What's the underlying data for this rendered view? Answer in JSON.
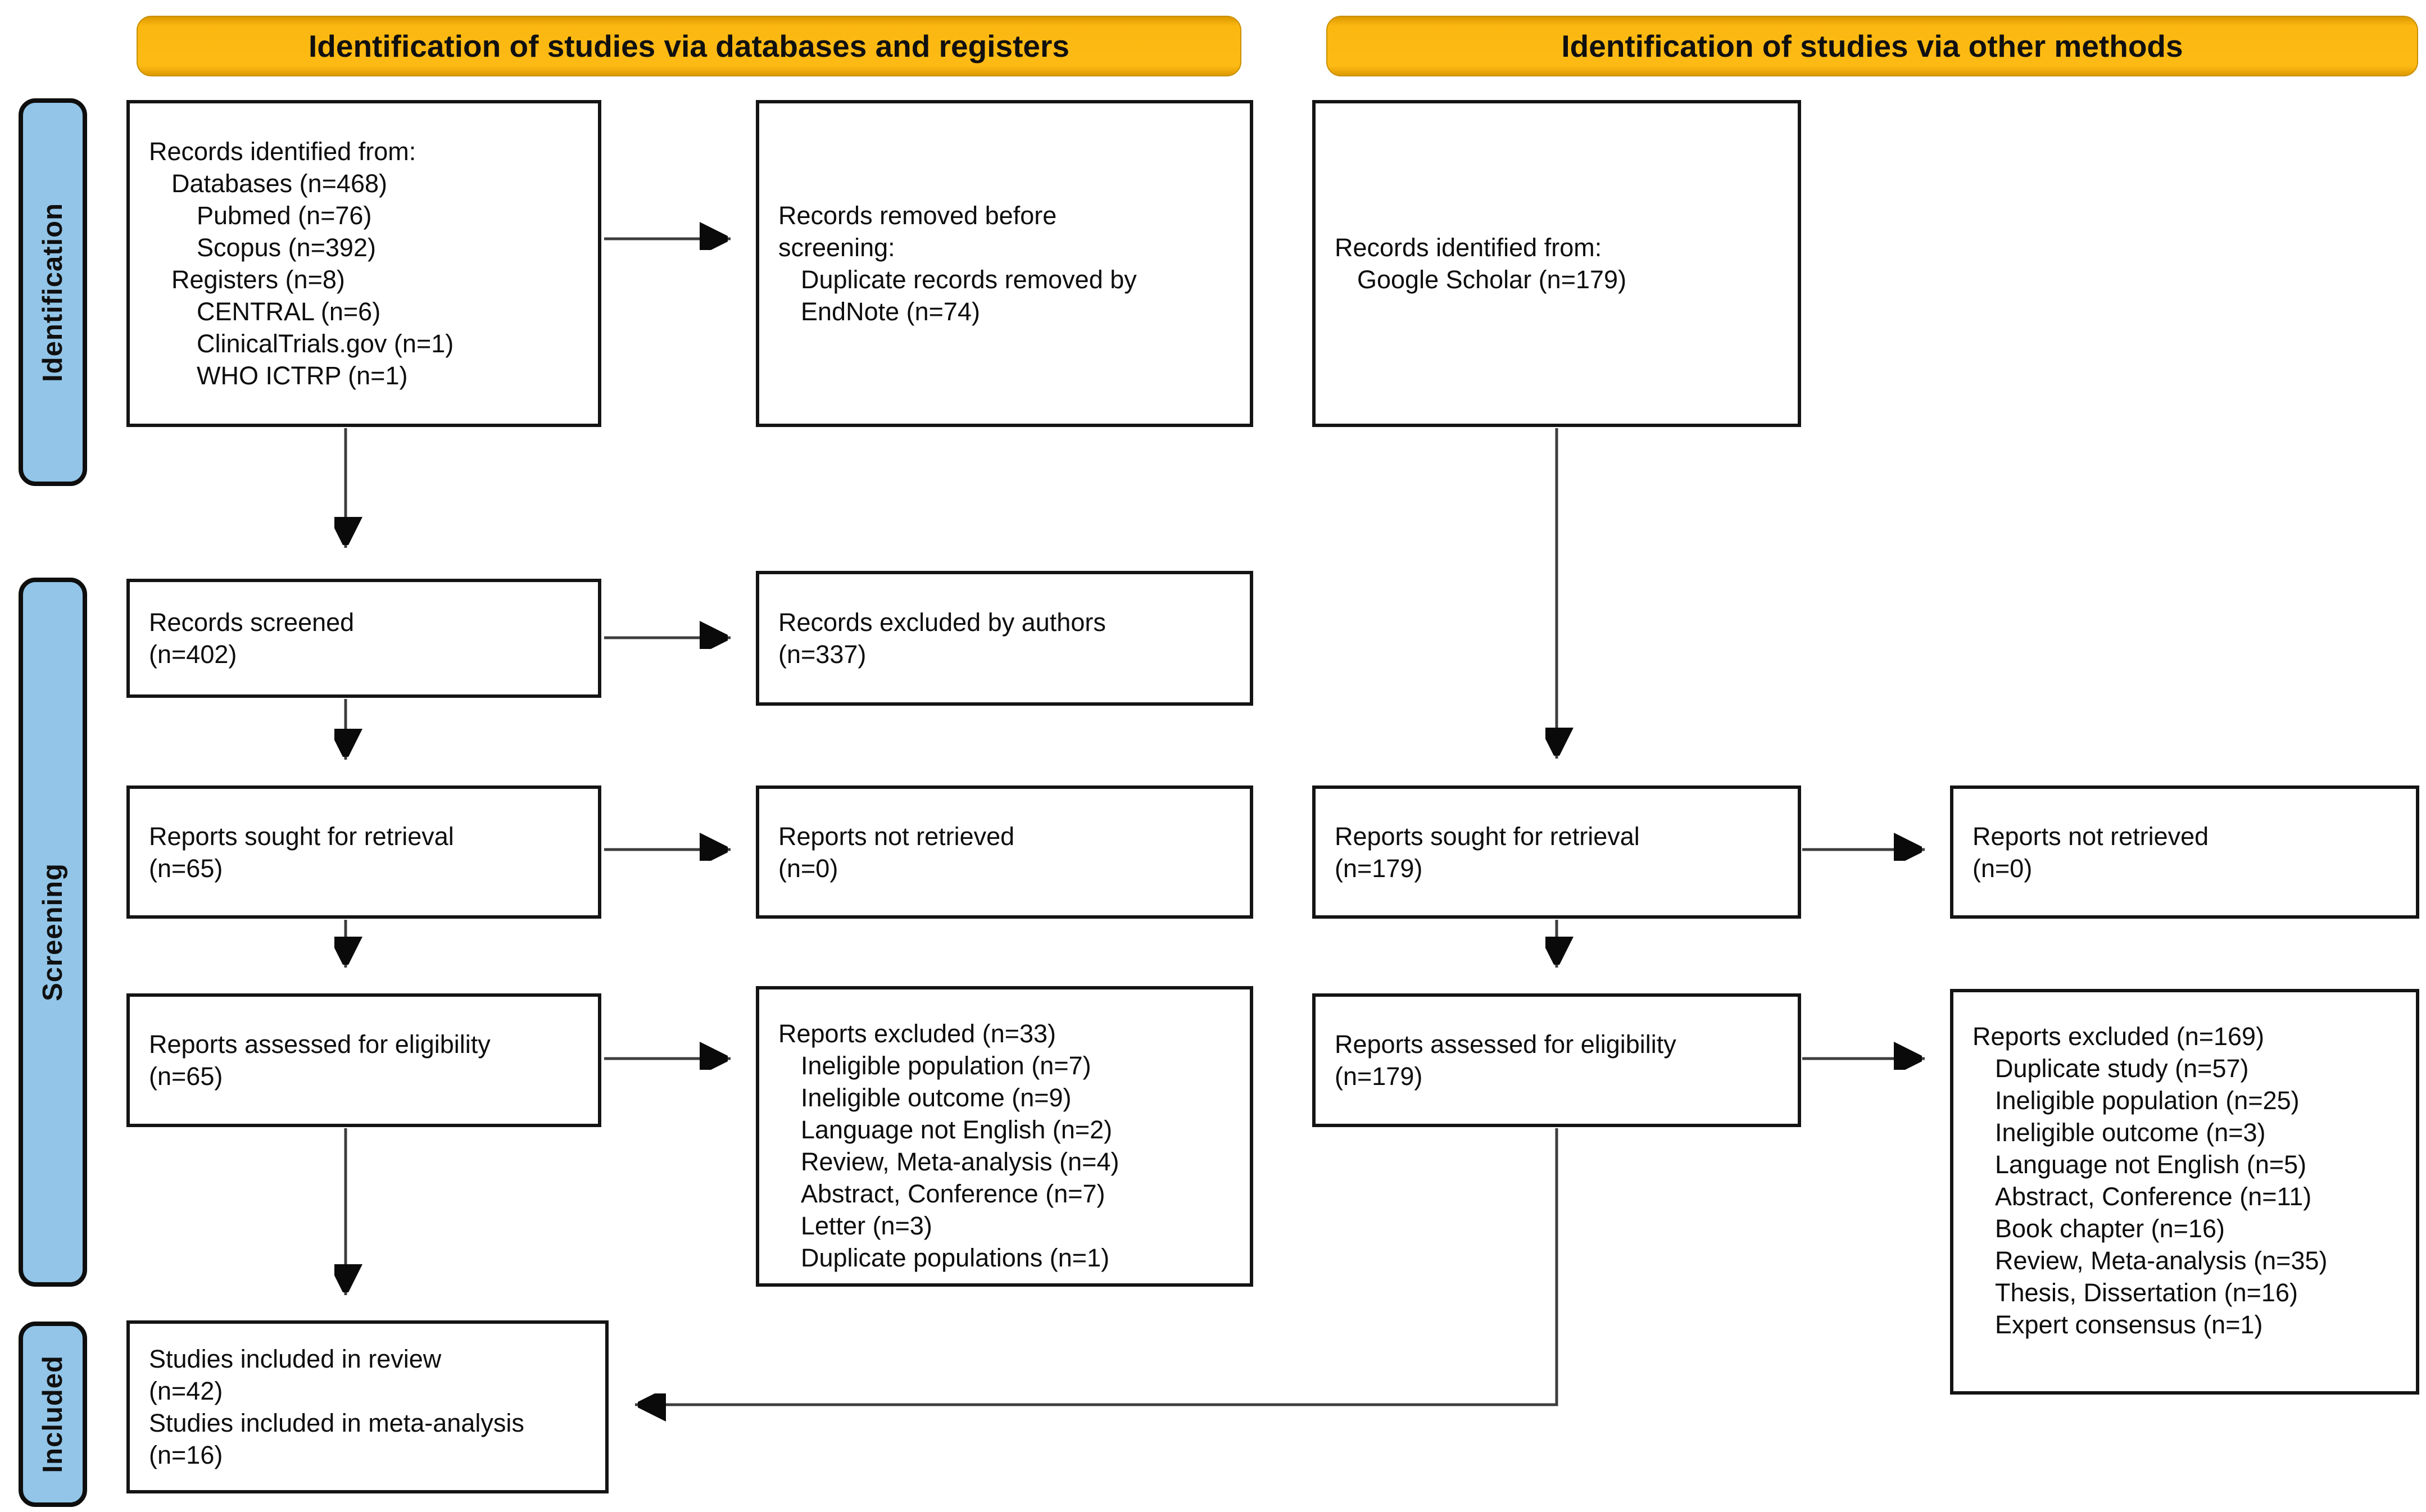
{
  "banners": {
    "left": "Identification of studies via databases and registers",
    "right": "Identification of studies via other methods"
  },
  "sidebar": {
    "identification": "Identification",
    "screening": "Screening",
    "included": "Included"
  },
  "colors": {
    "banner_fill": "#FDBA14",
    "sidebar_fill": "#92C5E8",
    "box_border": "#141414",
    "arrow": "#3d3d3d"
  },
  "boxes": {
    "records_identified_databases": {
      "lines": [
        {
          "text": "Records identified from:",
          "indent": 0
        },
        {
          "text": "Databases (n=468)",
          "indent": 1
        },
        {
          "text": "Pubmed (n=76)",
          "indent": 2
        },
        {
          "text": "Scopus (n=392)",
          "indent": 2
        },
        {
          "text": "Registers (n=8)",
          "indent": 1
        },
        {
          "text": "CENTRAL (n=6)",
          "indent": 2
        },
        {
          "text": "ClinicalTrials.gov (n=1)",
          "indent": 2
        },
        {
          "text": "WHO ICTRP (n=1)",
          "indent": 2
        }
      ]
    },
    "records_removed_before_screening": {
      "lines": [
        {
          "text": "Records removed before",
          "indent": 0
        },
        {
          "text": "screening:",
          "indent": 0
        },
        {
          "text": "Duplicate records removed by",
          "indent": 1
        },
        {
          "text": "EndNote (n=74)",
          "indent": 1
        }
      ]
    },
    "records_identified_other": {
      "lines": [
        {
          "text": "Records identified from:",
          "indent": 0
        },
        {
          "text": "Google Scholar (n=179)",
          "indent": 1
        }
      ]
    },
    "records_screened": {
      "lines": [
        {
          "text": "Records screened",
          "indent": 0
        },
        {
          "text": "(n=402)",
          "indent": 0
        }
      ]
    },
    "records_excluded_by_authors": {
      "lines": [
        {
          "text": "Records excluded by authors",
          "indent": 0
        },
        {
          "text": "(n=337)",
          "indent": 0
        }
      ]
    },
    "reports_sought_databases": {
      "lines": [
        {
          "text": "Reports sought for retrieval",
          "indent": 0
        },
        {
          "text": "(n=65)",
          "indent": 0
        }
      ]
    },
    "reports_not_retrieved_databases": {
      "lines": [
        {
          "text": "Reports not retrieved",
          "indent": 0
        },
        {
          "text": "(n=0)",
          "indent": 0
        }
      ]
    },
    "reports_sought_other": {
      "lines": [
        {
          "text": "Reports sought for retrieval",
          "indent": 0
        },
        {
          "text": "(n=179)",
          "indent": 0
        }
      ]
    },
    "reports_not_retrieved_other": {
      "lines": [
        {
          "text": "Reports not retrieved",
          "indent": 0
        },
        {
          "text": "(n=0)",
          "indent": 0
        }
      ]
    },
    "reports_assessed_databases": {
      "lines": [
        {
          "text": "Reports assessed for eligibility",
          "indent": 0
        },
        {
          "text": "(n=65)",
          "indent": 0
        }
      ]
    },
    "reports_excluded_databases": {
      "lines": [
        {
          "text": "Reports excluded (n=33)",
          "indent": 0
        },
        {
          "text": "Ineligible population (n=7)",
          "indent": 1
        },
        {
          "text": "Ineligible outcome (n=9)",
          "indent": 1
        },
        {
          "text": "Language not English (n=2)",
          "indent": 1
        },
        {
          "text": "Review, Meta-analysis (n=4)",
          "indent": 1
        },
        {
          "text": "Abstract, Conference (n=7)",
          "indent": 1
        },
        {
          "text": "Letter (n=3)",
          "indent": 1
        },
        {
          "text": "Duplicate populations (n=1)",
          "indent": 1
        }
      ]
    },
    "reports_assessed_other": {
      "lines": [
        {
          "text": "Reports assessed for eligibility",
          "indent": 0
        },
        {
          "text": "(n=179)",
          "indent": 0
        }
      ]
    },
    "reports_excluded_other": {
      "lines": [
        {
          "text": "Reports excluded (n=169)",
          "indent": 0
        },
        {
          "text": "Duplicate study (n=57)",
          "indent": 1
        },
        {
          "text": "Ineligible population (n=25)",
          "indent": 1
        },
        {
          "text": "Ineligible outcome (n=3)",
          "indent": 1
        },
        {
          "text": "Language not English (n=5)",
          "indent": 1
        },
        {
          "text": "Abstract, Conference (n=11)",
          "indent": 1
        },
        {
          "text": "Book chapter (n=16)",
          "indent": 1
        },
        {
          "text": "Review, Meta-analysis (n=35)",
          "indent": 1
        },
        {
          "text": "Thesis, Dissertation (n=16)",
          "indent": 1
        },
        {
          "text": "Expert consensus (n=1)",
          "indent": 1
        }
      ]
    },
    "studies_included": {
      "lines": [
        {
          "text": "Studies included in review",
          "indent": 0
        },
        {
          "text": "(n=42)",
          "indent": 0
        },
        {
          "text": "Studies included in meta-analysis",
          "indent": 0
        },
        {
          "text": "(n=16)",
          "indent": 0
        }
      ]
    }
  }
}
